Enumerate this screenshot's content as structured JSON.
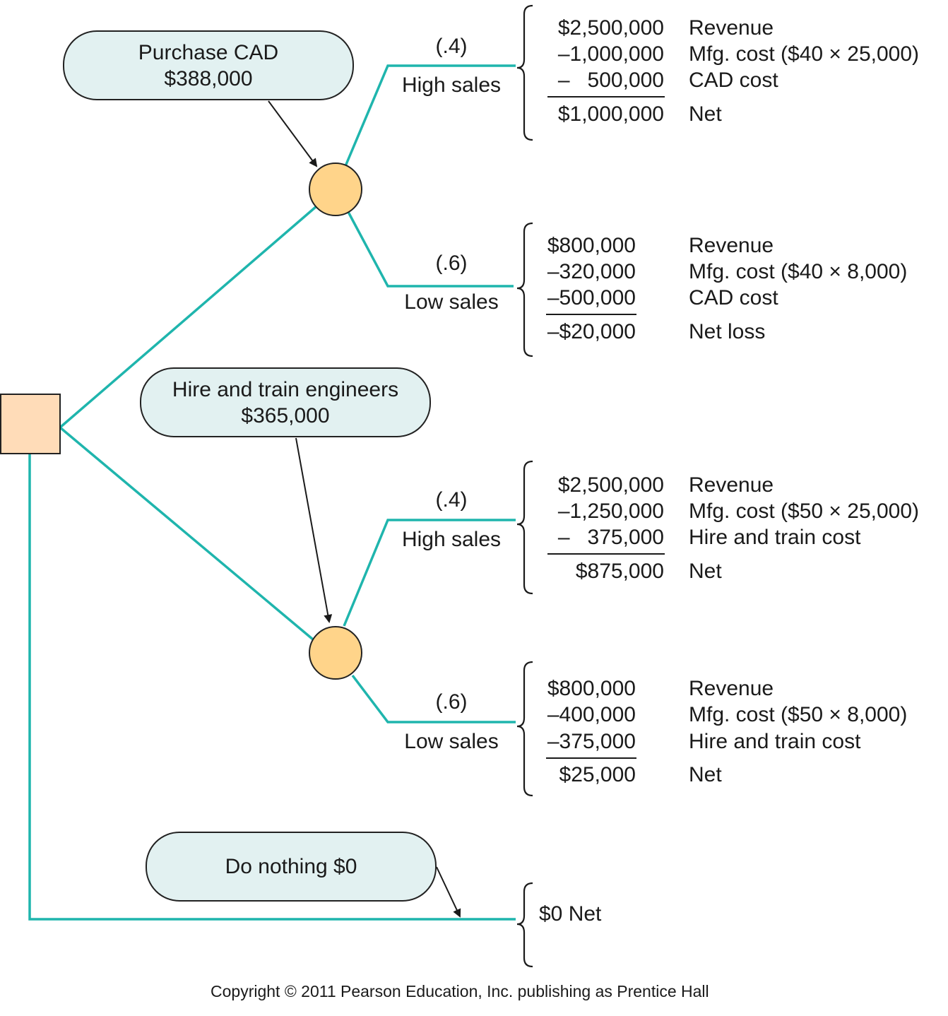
{
  "colors": {
    "branch": "#1fb5ad",
    "decision_fill": "#ffdcb8",
    "chance_fill": "#ffd48a",
    "label_fill": "#e2f1f1"
  },
  "labels": {
    "cad": {
      "line1": "Purchase CAD",
      "line2": "$388,000"
    },
    "hire": {
      "line1": "Hire and train engineers",
      "line2": "$365,000"
    },
    "nothing": {
      "line1": "Do nothing $0"
    }
  },
  "branches": {
    "cad_high": {
      "prob": "(.4)",
      "name": "High sales"
    },
    "cad_low": {
      "prob": "(.6)",
      "name": "Low sales"
    },
    "hire_high": {
      "prob": "(.4)",
      "name": "High sales"
    },
    "hire_low": {
      "prob": "(.6)",
      "name": "Low sales"
    }
  },
  "outcomes": {
    "cad_high": {
      "rows": [
        {
          "amount": "$2,500,000",
          "desc": "Revenue"
        },
        {
          "amount": "–1,000,000",
          "desc": "Mfg. cost ($40 × 25,000)"
        },
        {
          "amount": "–   500,000",
          "desc": "CAD cost"
        },
        {
          "amount": "$1,000,000",
          "desc": "Net"
        }
      ]
    },
    "cad_low": {
      "rows": [
        {
          "amount": "$800,000",
          "desc": "Revenue"
        },
        {
          "amount": "–320,000",
          "desc": "Mfg. cost ($40 × 8,000)"
        },
        {
          "amount": "–500,000",
          "desc": "CAD cost"
        },
        {
          "amount": "–$20,000",
          "desc": "Net loss"
        }
      ]
    },
    "hire_high": {
      "rows": [
        {
          "amount": "$2,500,000",
          "desc": "Revenue"
        },
        {
          "amount": "–1,250,000",
          "desc": "Mfg. cost ($50 × 25,000)"
        },
        {
          "amount": "–   375,000",
          "desc": "Hire and train cost"
        },
        {
          "amount": "$875,000",
          "desc": "Net"
        }
      ]
    },
    "hire_low": {
      "rows": [
        {
          "amount": "$800,000",
          "desc": "Revenue"
        },
        {
          "amount": "–400,000",
          "desc": "Mfg. cost ($50 × 8,000)"
        },
        {
          "amount": "–375,000",
          "desc": "Hire and train cost"
        },
        {
          "amount": "$25,000",
          "desc": "Net"
        }
      ]
    },
    "nothing": {
      "text": "$0 Net"
    }
  },
  "footer": {
    "copyright": "Copyright © 2011 Pearson Education, Inc. publishing as Prentice Hall"
  }
}
